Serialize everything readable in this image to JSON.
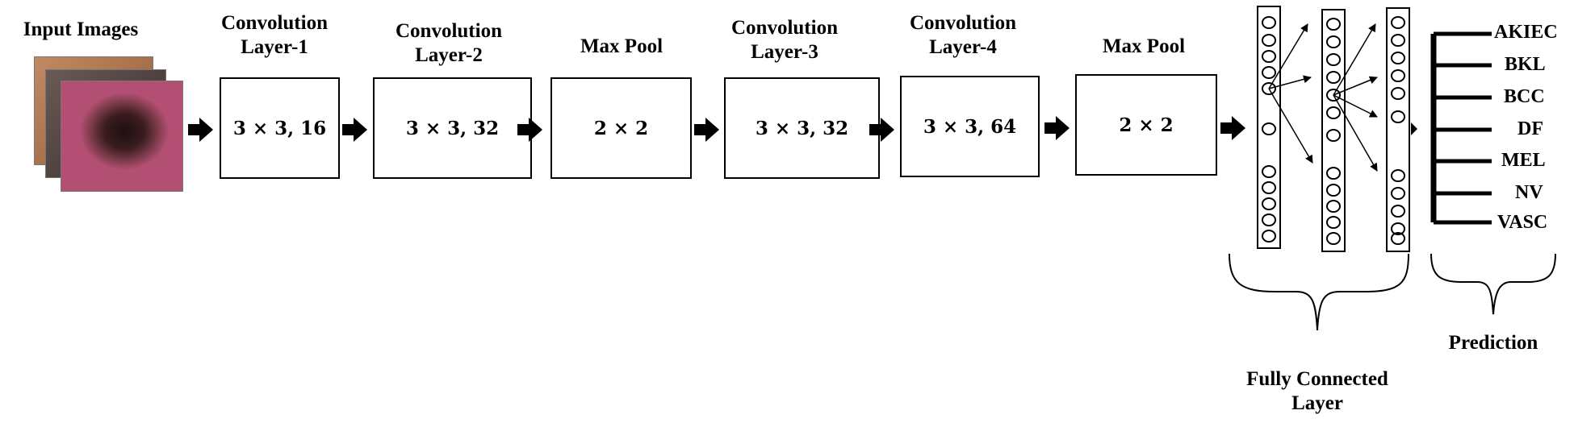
{
  "input": {
    "title": "Input Images"
  },
  "stages": [
    {
      "title": [
        "Convolution",
        "Layer-1"
      ],
      "spec": "3 × 3, 16"
    },
    {
      "title": [
        "Convolution",
        "Layer-2"
      ],
      "spec": "3 × 3, 32"
    },
    {
      "title": [
        "Max Pool"
      ],
      "spec": "2 × 2"
    },
    {
      "title": [
        "Convolution",
        "Layer-3"
      ],
      "spec": "3 × 3, 32"
    },
    {
      "title": [
        "Convolution",
        "Layer-4"
      ],
      "spec": "3 × 3, 64"
    },
    {
      "title": [
        "Max Pool"
      ],
      "spec": "2 × 2"
    }
  ],
  "fc": {
    "title": [
      "Fully Connected",
      "Layer"
    ]
  },
  "prediction": {
    "title": "Prediction",
    "classes": [
      "AKIEC",
      "BKL",
      "BCC",
      "DF",
      "MEL",
      "NV",
      "VASC"
    ]
  }
}
